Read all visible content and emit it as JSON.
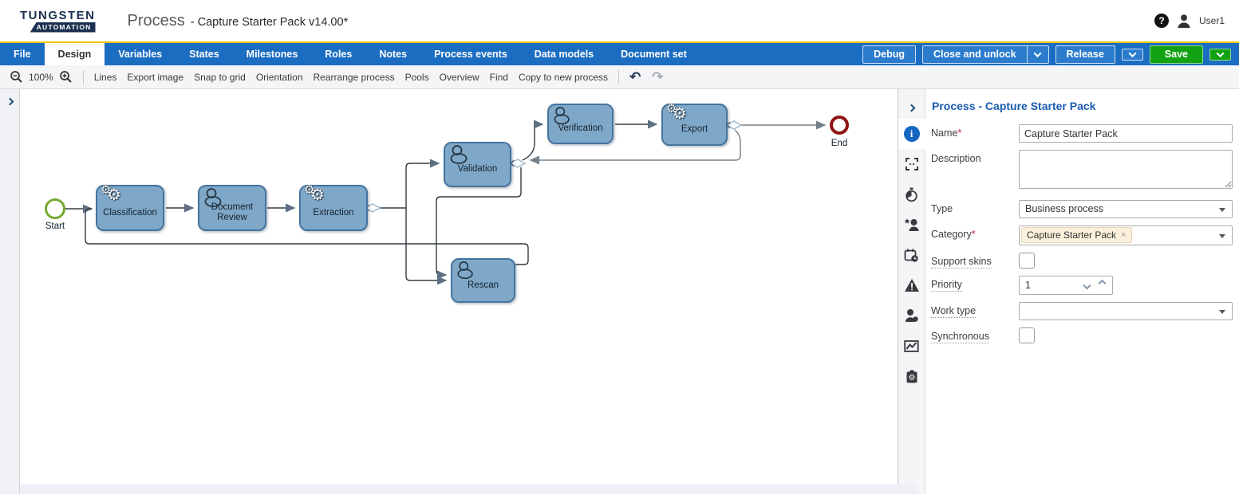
{
  "header": {
    "logo": {
      "line1": "TUNGSTEN",
      "line2": "AUTOMATION"
    },
    "title_prefix": "Process",
    "title_suffix": "- Capture Starter Pack v14.00*",
    "help": "?",
    "user": "User1"
  },
  "menu": {
    "tabs": [
      {
        "label": "File",
        "active": false
      },
      {
        "label": "Design",
        "active": true
      },
      {
        "label": "Variables",
        "active": false
      },
      {
        "label": "States",
        "active": false
      },
      {
        "label": "Milestones",
        "active": false
      },
      {
        "label": "Roles",
        "active": false
      },
      {
        "label": "Notes",
        "active": false
      },
      {
        "label": "Process events",
        "active": false
      },
      {
        "label": "Data models",
        "active": false
      },
      {
        "label": "Document set",
        "active": false
      }
    ],
    "buttons": {
      "debug": "Debug",
      "close_unlock": "Close and unlock",
      "release": "Release",
      "save": "Save"
    }
  },
  "toolbar": {
    "zoom_level": "100%",
    "items": [
      "Lines",
      "Export image",
      "Snap to grid",
      "Orientation",
      "Rearrange process",
      "Pools",
      "Overview",
      "Find",
      "Copy to new process"
    ]
  },
  "canvas": {
    "start_label": "Start",
    "end_label": "End",
    "nodes": [
      {
        "id": "classification",
        "label": "Classification",
        "icon": "gears-icon"
      },
      {
        "id": "document-review",
        "label": "Document Review",
        "icon": "person-icon"
      },
      {
        "id": "extraction",
        "label": "Extraction",
        "icon": "gears-icon"
      },
      {
        "id": "validation",
        "label": "Validation",
        "icon": "person-icon"
      },
      {
        "id": "verification",
        "label": "Verification",
        "icon": "person-icon"
      },
      {
        "id": "export",
        "label": "Export",
        "icon": "gears-icon"
      },
      {
        "id": "rescan",
        "label": "Rescan",
        "icon": "person-icon"
      }
    ],
    "colors": {
      "node_fill": "#7FA8C8",
      "node_border": "#44749E",
      "start_stroke": "#76A832",
      "end_stroke": "#8E1414",
      "line_dark": "#333B42",
      "line_gray": "#75808A"
    }
  },
  "panel": {
    "title": "Process - Capture Starter Pack",
    "tools": [
      "info-icon",
      "frame-icon",
      "stopwatch-icon",
      "person-star-icon",
      "calendar-clock-icon",
      "warning-icon",
      "person-badge-icon",
      "chart-icon",
      "clipboard-gear-icon"
    ],
    "fields": {
      "name": {
        "label": "Name",
        "required": "*",
        "value": "Capture Starter Pack"
      },
      "description": {
        "label": "Description",
        "value": ""
      },
      "type": {
        "label": "Type",
        "value": "Business process"
      },
      "category": {
        "label": "Category",
        "required": "*",
        "tag": "Capture Starter Pack",
        "remove": "×"
      },
      "support_skins": {
        "label": "Support skins"
      },
      "priority": {
        "label": "Priority",
        "value": "1"
      },
      "work_type": {
        "label": "Work type",
        "value": ""
      },
      "synchronous": {
        "label": "Synchronous"
      }
    },
    "accent_color": "#1A5CB0"
  }
}
